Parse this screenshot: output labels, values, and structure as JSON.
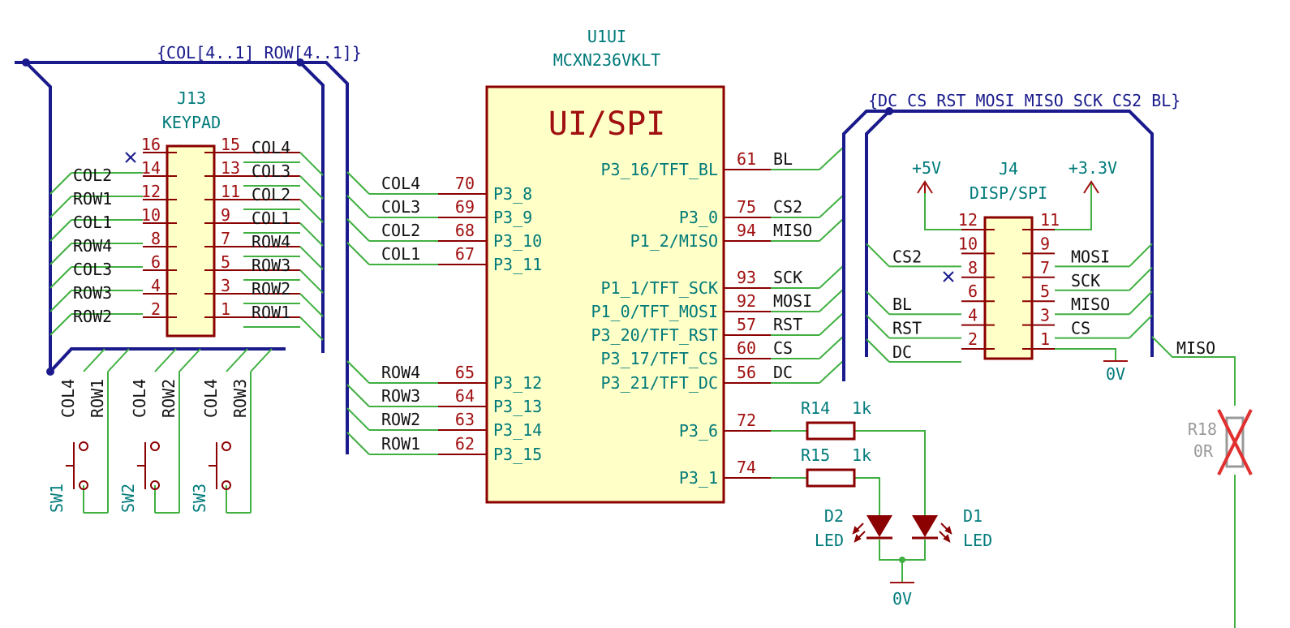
{
  "colors": {
    "bus": "#1a1a8c",
    "wire": "#40b040",
    "body_stroke": "#8b0000",
    "body_fill": "#ffffc8",
    "pin_number": "#a01010",
    "pin_name": "#007a7a",
    "net_label": "#111111",
    "dnp": "#999999",
    "dnp_mark": "#e03030"
  },
  "buses": {
    "keypad_bus": "{COL[4..1] ROW[4..1]}",
    "display_bus": "{DC CS RST MOSI MISO SCK CS2 BL}"
  },
  "u1": {
    "ref": "U1UI",
    "value": "MCXN236VKLT",
    "title": "UI/SPI",
    "left_pins": [
      {
        "num": "70",
        "name": "P3_8",
        "net": "COL4"
      },
      {
        "num": "69",
        "name": "P3_9",
        "net": "COL3"
      },
      {
        "num": "68",
        "name": "P3_10",
        "net": "COL2"
      },
      {
        "num": "67",
        "name": "P3_11",
        "net": "COL1"
      },
      {
        "num": "65",
        "name": "P3_12",
        "net": "ROW4"
      },
      {
        "num": "64",
        "name": "P3_13",
        "net": "ROW3"
      },
      {
        "num": "63",
        "name": "P3_14",
        "net": "ROW2"
      },
      {
        "num": "62",
        "name": "P3_15",
        "net": "ROW1"
      }
    ],
    "right_pins": [
      {
        "num": "61",
        "name": "P3_16/TFT_BL",
        "net": "BL"
      },
      {
        "num": "75",
        "name": "P3_0",
        "net": "CS2"
      },
      {
        "num": "94",
        "name": "P1_2/MISO",
        "net": "MISO"
      },
      {
        "num": "93",
        "name": "P1_1/TFT_SCK",
        "net": "SCK"
      },
      {
        "num": "92",
        "name": "P1_0/TFT_MOSI",
        "net": "MOSI"
      },
      {
        "num": "57",
        "name": "P3_20/TFT_RST",
        "net": "RST"
      },
      {
        "num": "60",
        "name": "P3_17/TFT_CS",
        "net": "CS"
      },
      {
        "num": "56",
        "name": "P3_21/TFT_DC",
        "net": "DC"
      },
      {
        "num": "72",
        "name": "P3_6",
        "net": ""
      },
      {
        "num": "74",
        "name": "P3_1",
        "net": ""
      }
    ]
  },
  "j13": {
    "ref": "J13",
    "value": "KEYPAD",
    "left_pins": [
      {
        "num": "16",
        "net": ""
      },
      {
        "num": "14",
        "net": "COL2"
      },
      {
        "num": "12",
        "net": "ROW1"
      },
      {
        "num": "10",
        "net": "COL1"
      },
      {
        "num": "8",
        "net": "ROW4"
      },
      {
        "num": "6",
        "net": "COL3"
      },
      {
        "num": "4",
        "net": "ROW3"
      },
      {
        "num": "2",
        "net": "ROW2"
      }
    ],
    "right_pins": [
      {
        "num": "15",
        "net": "COL4"
      },
      {
        "num": "13",
        "net": "COL3"
      },
      {
        "num": "11",
        "net": "COL2"
      },
      {
        "num": "9",
        "net": "COL1"
      },
      {
        "num": "7",
        "net": "ROW4"
      },
      {
        "num": "5",
        "net": "ROW3"
      },
      {
        "num": "3",
        "net": "ROW2"
      },
      {
        "num": "1",
        "net": "ROW1"
      }
    ]
  },
  "j4": {
    "ref": "J4",
    "value": "DISP/SPI",
    "left_pins": [
      {
        "num": "12",
        "net": ""
      },
      {
        "num": "10",
        "net": "CS2"
      },
      {
        "num": "8",
        "net": ""
      },
      {
        "num": "6",
        "net": "BL"
      },
      {
        "num": "4",
        "net": "RST"
      },
      {
        "num": "2",
        "net": "DC"
      }
    ],
    "right_pins": [
      {
        "num": "11",
        "net": ""
      },
      {
        "num": "9",
        "net": "MOSI"
      },
      {
        "num": "7",
        "net": "SCK"
      },
      {
        "num": "5",
        "net": "MISO"
      },
      {
        "num": "3",
        "net": "CS"
      },
      {
        "num": "1",
        "net": ""
      }
    ]
  },
  "power": {
    "p5v": "+5V",
    "p33v": "+3.3V",
    "gnd": "0V"
  },
  "switches": [
    {
      "ref": "SW1",
      "net_a": "COL4",
      "net_b": "ROW1"
    },
    {
      "ref": "SW2",
      "net_a": "COL4",
      "net_b": "ROW2"
    },
    {
      "ref": "SW3",
      "net_a": "COL4",
      "net_b": "ROW3"
    }
  ],
  "resistors": [
    {
      "ref": "R14",
      "value": "1k"
    },
    {
      "ref": "R15",
      "value": "1k"
    },
    {
      "ref": "R18",
      "value": "0R",
      "dnp": true
    }
  ],
  "leds": [
    {
      "ref": "D2",
      "value": "LED"
    },
    {
      "ref": "D1",
      "value": "LED"
    }
  ],
  "misc_nets": {
    "miso_right": "MISO"
  }
}
